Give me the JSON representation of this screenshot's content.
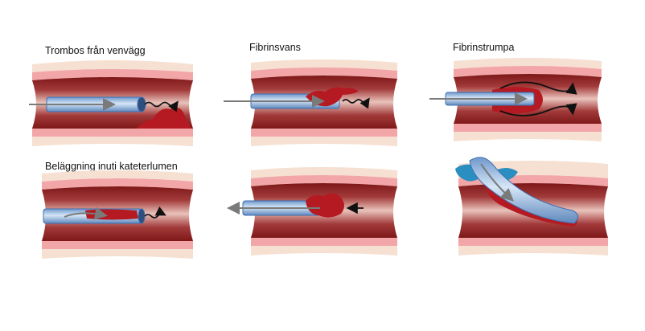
{
  "panels": [
    {
      "id": "thrombus-vein-wall",
      "label": "Trombos från venvägg"
    },
    {
      "id": "fibrin-tail",
      "label": "Fibrinsvans"
    },
    {
      "id": "fibrin-sleeve",
      "label": "Fibrinstrumpa"
    },
    {
      "id": "intraluminal-coating",
      "label": "Beläggning inuti kateterlumen"
    },
    {
      "id": "reverse-flow",
      "label": ""
    },
    {
      "id": "wall-thrombus-catheter",
      "label": ""
    }
  ],
  "colors": {
    "vessel_dark": "#8a1e1e",
    "vessel_mid": "#b84a4a",
    "vessel_light": "#f0c9c0",
    "wall_pink": "#f2a6a8",
    "tissue": "#f6e0d2",
    "catheter": "#8fb4dc",
    "catheter_edge": "#3d6fb0",
    "clot": "#b51a22",
    "clot_blue": "#2a8fc0",
    "arrow_gray": "#7a7a7a"
  }
}
